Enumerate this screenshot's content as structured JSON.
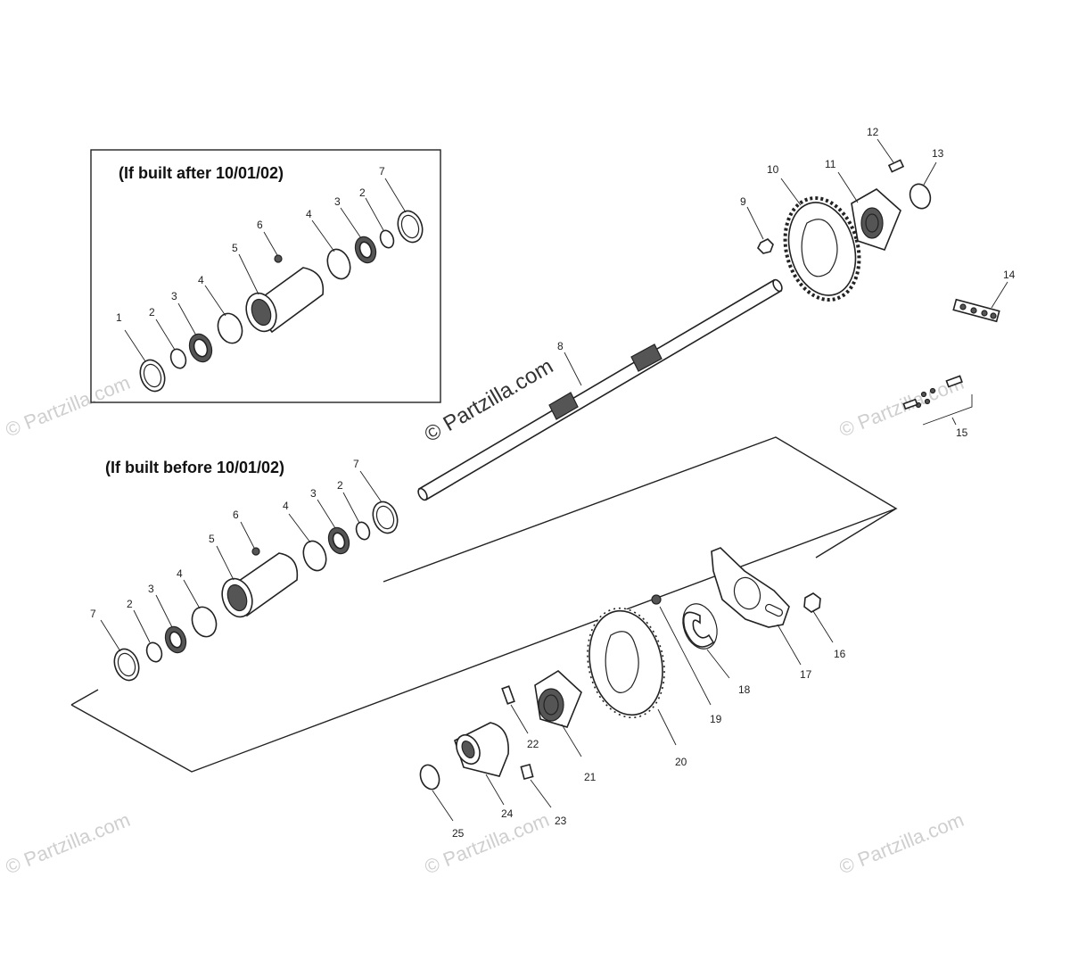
{
  "diagram": {
    "heading_after": "(If built after 10/01/02)",
    "heading_before": "(If built before 10/01/02)",
    "watermark_main": "© Partzilla.com",
    "watermark_faint": "© Partzilla.com",
    "accent_color": "#222222",
    "callouts": {
      "a1": "1",
      "a2a": "2",
      "a3a": "3",
      "a4a": "4",
      "a5": "5",
      "a6": "6",
      "a4b": "4",
      "a3b": "3",
      "a2b": "2",
      "a7": "7",
      "b7a": "7",
      "b2a": "2",
      "b3a": "3",
      "b4a": "4",
      "b5": "5",
      "b6": "6",
      "b4b": "4",
      "b3b": "3",
      "b2b": "2",
      "b7b": "7",
      "p8": "8",
      "p9": "9",
      "p10": "10",
      "p11": "11",
      "p12": "12",
      "p13": "13",
      "p14": "14",
      "p15": "15",
      "p16": "16",
      "p17": "17",
      "p18": "18",
      "p19": "19",
      "p20": "20",
      "p21": "21",
      "p22": "22",
      "p23": "23",
      "p24": "24",
      "p25": "25"
    }
  }
}
